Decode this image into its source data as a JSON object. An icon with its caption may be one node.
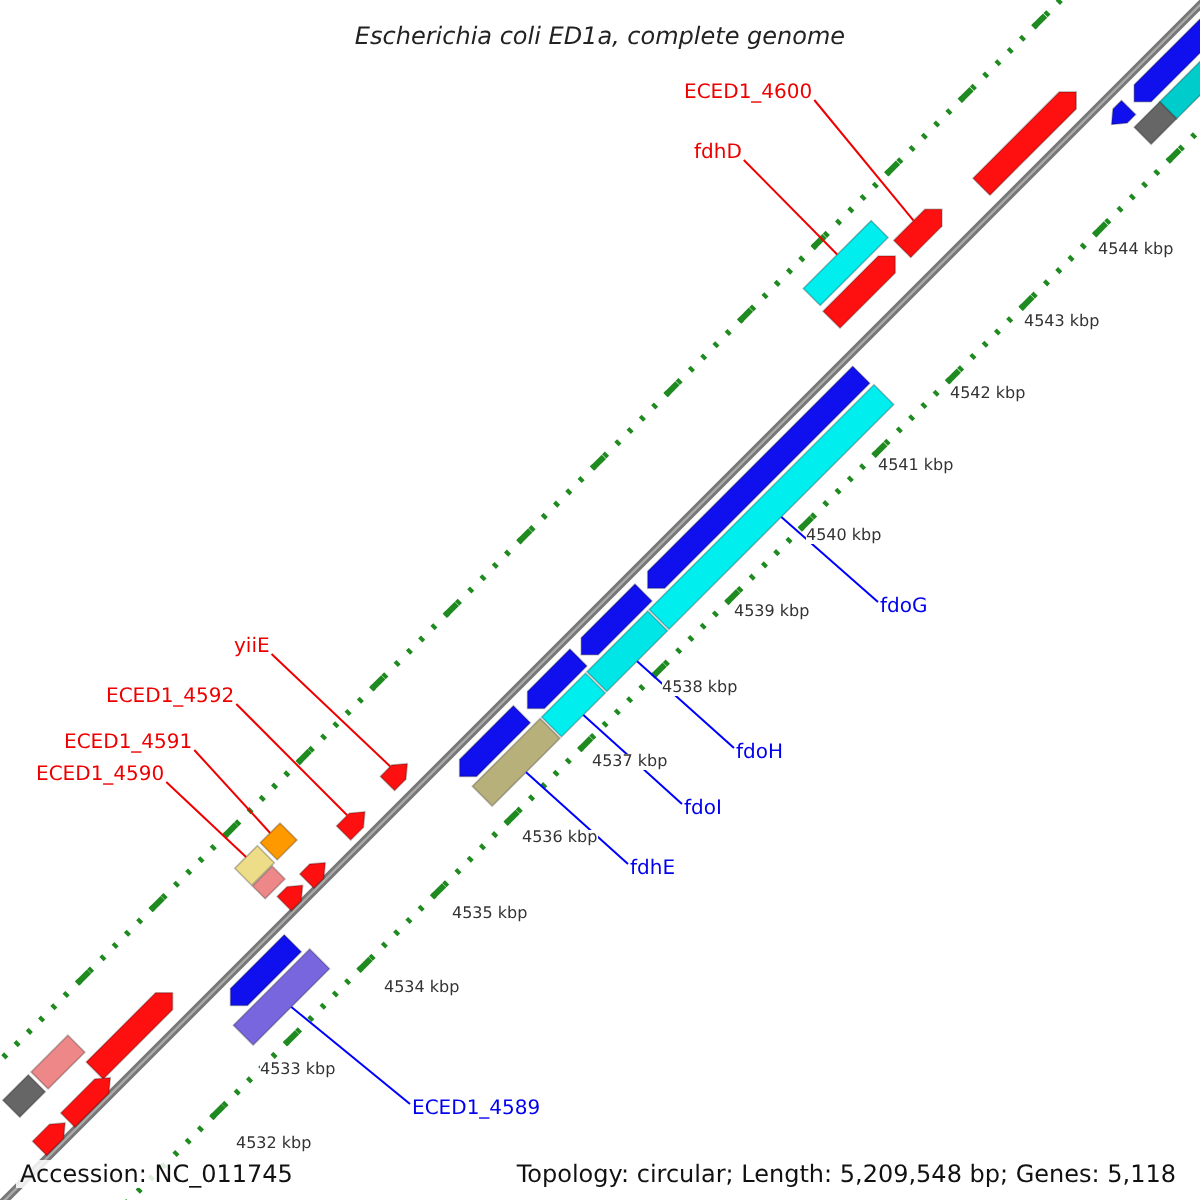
{
  "diagram": {
    "title": "Escherichia coli ED1a, complete genome",
    "nodes": [
      {
        "text": [
          "ECED1_4600"
        ]
      },
      {
        "text": [
          "fdhD"
        ]
      },
      {
        "text": [
          "fdoG"
        ]
      },
      {
        "text": [
          "yiiE"
        ]
      },
      {
        "text": [
          "ECED1_4592"
        ]
      },
      {
        "text": [
          "ECED1_4591"
        ]
      },
      {
        "text": [
          "fdoH"
        ]
      },
      {
        "text": [
          "ECED1_4590"
        ]
      },
      {
        "text": [
          "fdoI"
        ]
      },
      {
        "text": [
          "fdhE"
        ]
      },
      {
        "text": [
          "ECED1_4589"
        ]
      },
      {
        "text": [],
        "shape": "pentagon"
      },
      {
        "text": [],
        "shape": "bar"
      },
      {
        "text": [],
        "shape": "pentagon"
      },
      {
        "text": [],
        "shape": "bar"
      },
      {
        "text": [],
        "shape": "pentagon"
      },
      {
        "text": [],
        "shape": "pentagon"
      },
      {
        "text": [],
        "shape": "bar"
      },
      {
        "text": [],
        "shape": "pentagon"
      },
      {
        "text": [],
        "shape": "pentagon"
      },
      {
        "text": [],
        "shape": "bar"
      },
      {
        "text": [],
        "shape": "pentagon"
      },
      {
        "text": [],
        "shape": "bar"
      },
      {
        "text": [],
        "shape": "pentagon"
      },
      {
        "text": [],
        "shape": "bar"
      },
      {
        "text": [],
        "shape": "pentagon"
      },
      {
        "text": [],
        "shape": "bar"
      },
      {
        "text": [],
        "shape": "pentagon"
      },
      {
        "text": [],
        "shape": "pentagon"
      },
      {
        "text": [],
        "shape": "diamond"
      },
      {
        "text": [],
        "shape": "diamond"
      },
      {
        "text": [],
        "shape": "pentagon"
      },
      {
        "text": [],
        "shape": "bar"
      },
      {
        "text": [],
        "shape": "pentagon"
      },
      {
        "text": [],
        "shape": "pentagon"
      },
      {
        "text": [],
        "shape": "bar"
      },
      {
        "text": [],
        "shape": "pentagon"
      },
      {
        "text": [],
        "shape": "pentagon"
      },
      {
        "text": [],
        "shape": "bar"
      },
      {
        "text": [],
        "shape": "bar"
      },
      {
        "text": [],
        "shape": "pentagon"
      }
    ],
    "edges": [
      {
        "from": 0,
        "to": 16,
        "arrow": "none"
      },
      {
        "from": 1,
        "to": 17,
        "arrow": "none"
      },
      {
        "from": 2,
        "to": 20,
        "arrow": "none",
        "color": "#0000ff"
      },
      {
        "from": 3,
        "to": 27,
        "arrow": "none"
      },
      {
        "from": 4,
        "to": 28,
        "arrow": "none"
      },
      {
        "from": 5,
        "to": 29,
        "arrow": "none"
      },
      {
        "from": 6,
        "to": 22,
        "arrow": "none",
        "color": "#0000ff"
      },
      {
        "from": 7,
        "to": 30,
        "arrow": "none"
      },
      {
        "from": 8,
        "to": 24,
        "arrow": "none",
        "color": "#0000ff"
      },
      {
        "from": 9,
        "to": 26,
        "arrow": "none",
        "color": "#0000ff"
      },
      {
        "from": 10,
        "to": 35,
        "arrow": "none",
        "color": "#0000ff"
      }
    ],
    "labels": [
      "4544 kbp",
      "4543 kbp",
      "4542 kbp",
      "4541 kbp",
      "4540 kbp",
      "4539 kbp",
      "4538 kbp",
      "4537 kbp",
      "4536 kbp",
      "4535 kbp",
      "4534 kbp",
      "4533 kbp",
      "4532 kbp",
      "Accession: NC_011745",
      "Topology: circular; Length: 5,209,548 bp; Genes: 5,118"
    ]
  }
}
